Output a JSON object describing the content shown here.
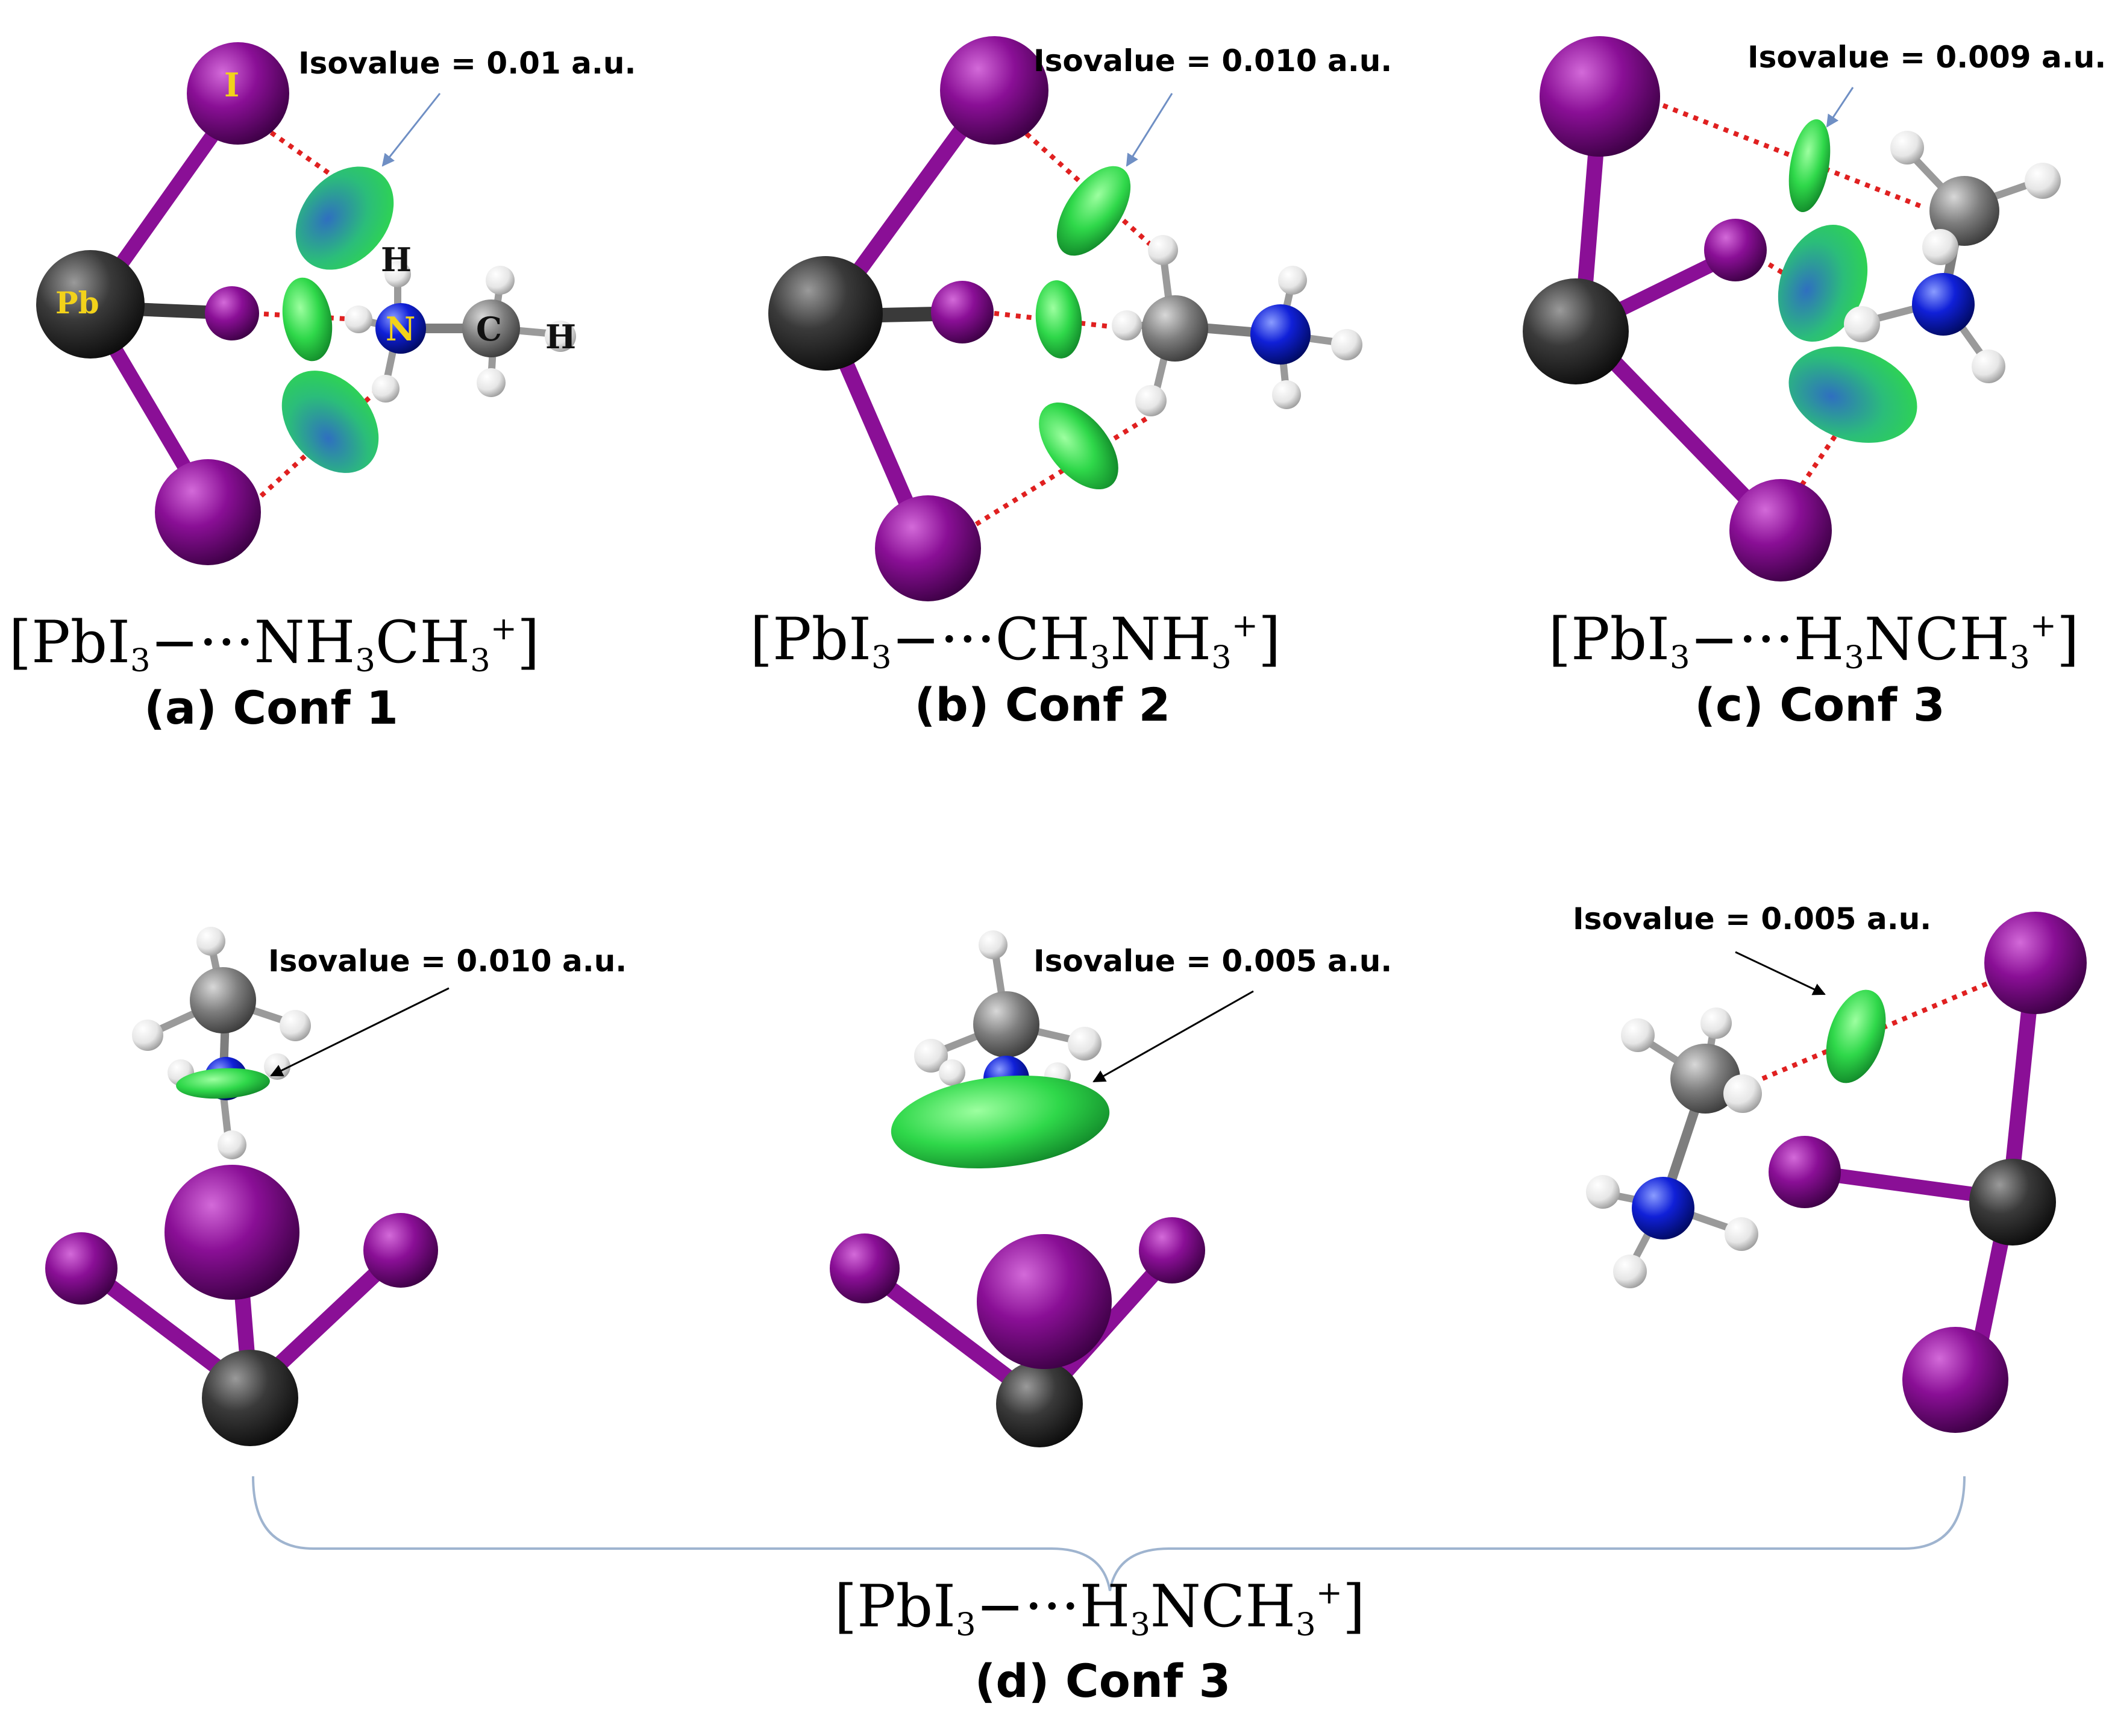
{
  "panels": [
    {
      "id": "a",
      "formula": {
        "pre": "[PbI",
        "mid1": "−···NH",
        "mid2": "CH",
        "post": "]"
      },
      "caption": "(a) Conf 1",
      "isovalue": "Isovalue = 0.01 a.u."
    },
    {
      "id": "b",
      "formula": {
        "pre": "[PbI",
        "mid1": "−···CH",
        "mid2": "NH",
        "post": "]"
      },
      "caption": "(b) Conf 2",
      "isovalue": "Isovalue = 0.010 a.u."
    },
    {
      "id": "c",
      "formula": {
        "pre": "[PbI",
        "mid1": "−···H",
        "mid2": "NCH",
        "post": "]"
      },
      "caption": "(c) Conf 3",
      "isovalue": "Isovalue = 0.009 a.u."
    },
    {
      "id": "d",
      "formula": {
        "pre": "[PbI",
        "mid1": "−···H",
        "mid2": "NCH",
        "post": "]"
      },
      "caption": "(d) Conf 3",
      "isovalues": [
        "Isovalue = 0.010 a.u.",
        "Isovalue = 0.005 a.u.",
        "Isovalue = 0.005 a.u."
      ]
    }
  ],
  "subscript": "3",
  "superscript": "+",
  "atom_labels": {
    "iodine": "I",
    "lead": "Pb",
    "nitrogen": "N",
    "carbon": "C",
    "hydrogen": "H"
  },
  "colors": {
    "iodine": "#8a0f96",
    "lead": "#3a3a3a",
    "nitrogen": "#1020d8",
    "carbon": "#7e7e7e",
    "hydrogen": "#f2f2f2",
    "nci_green": "#2fd84a",
    "nci_blue": "#2f6fc0",
    "hbond": "#e02020",
    "label_yellow": "#f2d21a",
    "bracket": "#9fb4cf"
  }
}
